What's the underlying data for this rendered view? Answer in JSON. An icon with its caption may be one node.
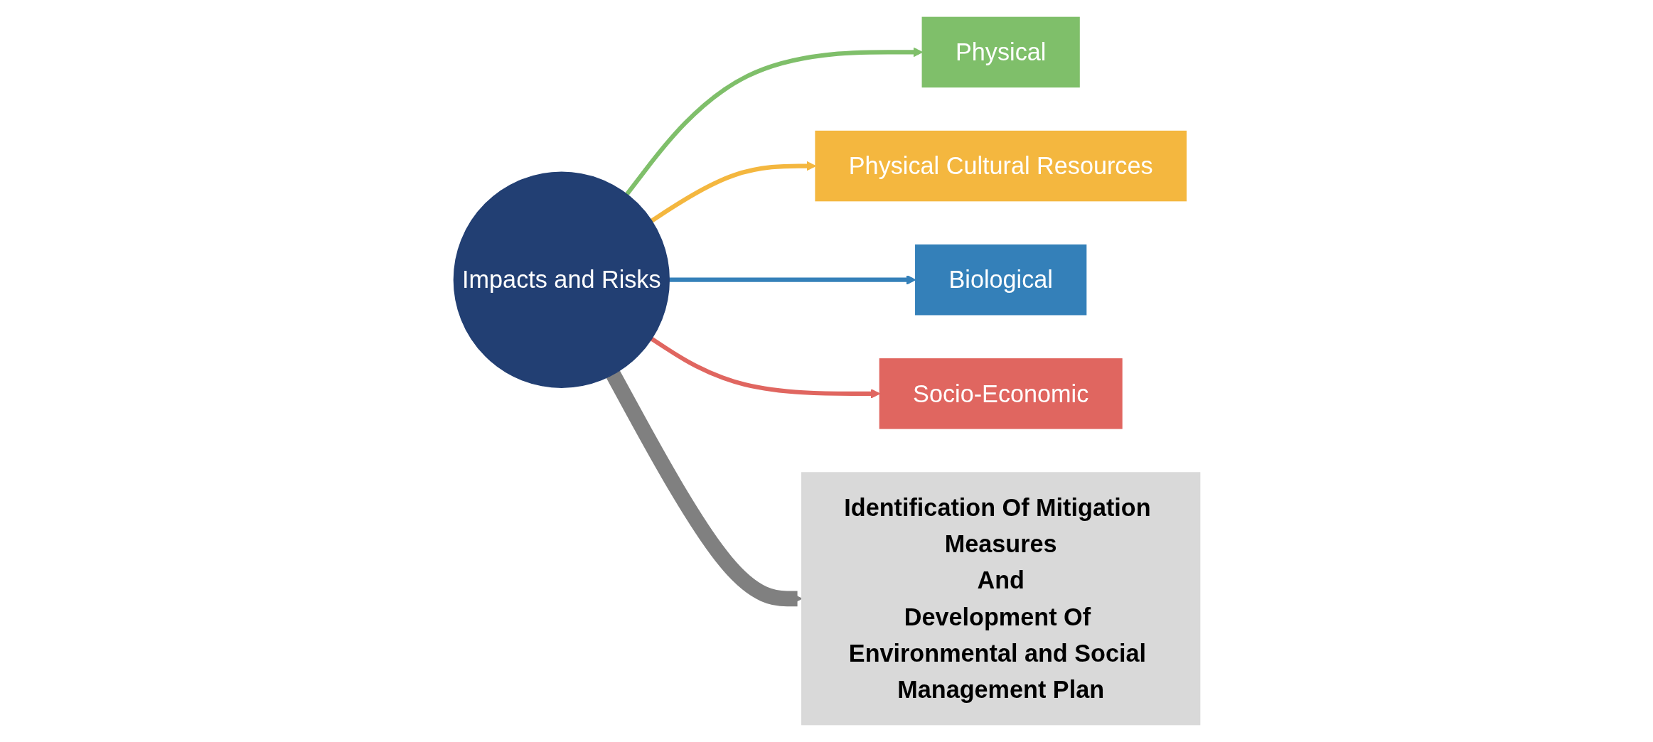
{
  "diagram": {
    "nodes": [
      {
        "text": [
          "Physical"
        ]
      },
      {
        "text": [
          "Physical Cultural Resources"
        ]
      },
      {
        "text": [
          "Impacts and Risks"
        ]
      },
      {
        "text": [
          "Biological"
        ]
      },
      {
        "text": [
          "Socio-Economic"
        ]
      },
      {
        "text": [
          "Identification Of Mitigation Measures",
          "And",
          "Development Of Environmental and Social Management Plan"
        ]
      }
    ],
    "edges": [
      {
        "from": 2,
        "to": 0,
        "arrow": "to",
        "color": "#7fbf6a"
      },
      {
        "from": 2,
        "to": 1,
        "arrow": "to",
        "color": "#f4b73f"
      },
      {
        "from": 2,
        "to": 3,
        "arrow": "to",
        "color": "#3480b9"
      },
      {
        "from": 2,
        "to": 4,
        "arrow": "to",
        "color": "#e06660"
      },
      {
        "from": 2,
        "to": 5,
        "arrow": "to",
        "style": "thick",
        "color": "#808080"
      }
    ]
  }
}
